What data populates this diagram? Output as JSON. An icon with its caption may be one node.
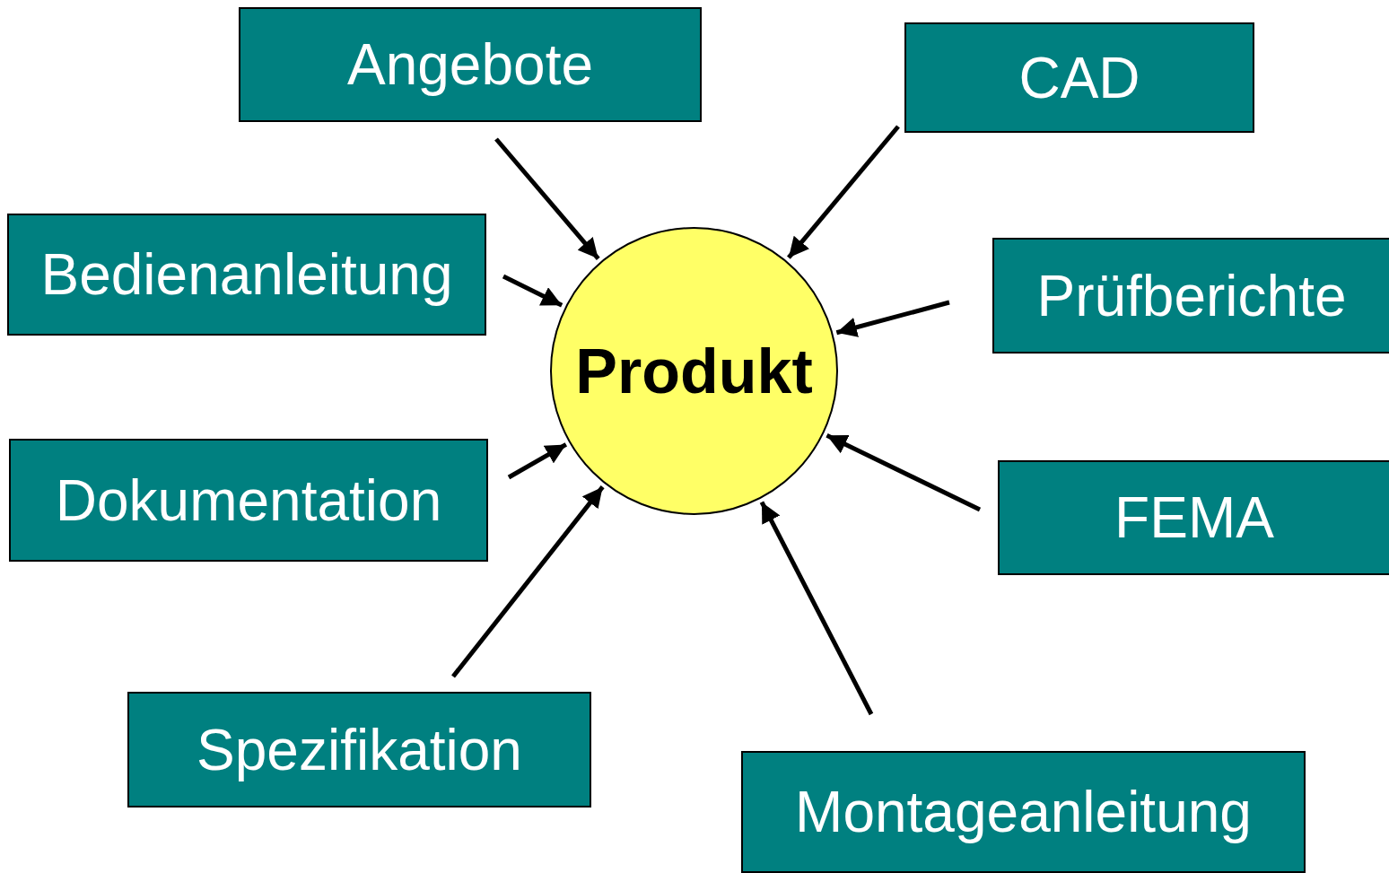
{
  "diagram": {
    "nodes": [
      {
        "text": [
          "Angebote"
        ]
      },
      {
        "text": [
          "CAD"
        ]
      },
      {
        "text": [
          "Bedienanleitung"
        ]
      },
      {
        "text": [
          "Prüfberichte"
        ]
      },
      {
        "text": [
          "Produkt"
        ]
      },
      {
        "text": [
          "Dokumentation"
        ]
      },
      {
        "text": [
          "FEMA"
        ]
      },
      {
        "text": [
          "Spezifikation"
        ]
      },
      {
        "text": [
          "Montageanleitung"
        ]
      }
    ],
    "edges": [
      {
        "from": 0,
        "to": 4,
        "arrow": "to"
      },
      {
        "from": 1,
        "to": 4,
        "arrow": "to"
      },
      {
        "from": 2,
        "to": 4,
        "arrow": "to"
      },
      {
        "from": 3,
        "to": 4,
        "arrow": "to"
      },
      {
        "from": 5,
        "to": 4,
        "arrow": "to"
      },
      {
        "from": 6,
        "to": 4,
        "arrow": "to"
      },
      {
        "from": 7,
        "to": 4,
        "arrow": "to"
      },
      {
        "from": 8,
        "to": 4,
        "arrow": "to"
      }
    ]
  }
}
